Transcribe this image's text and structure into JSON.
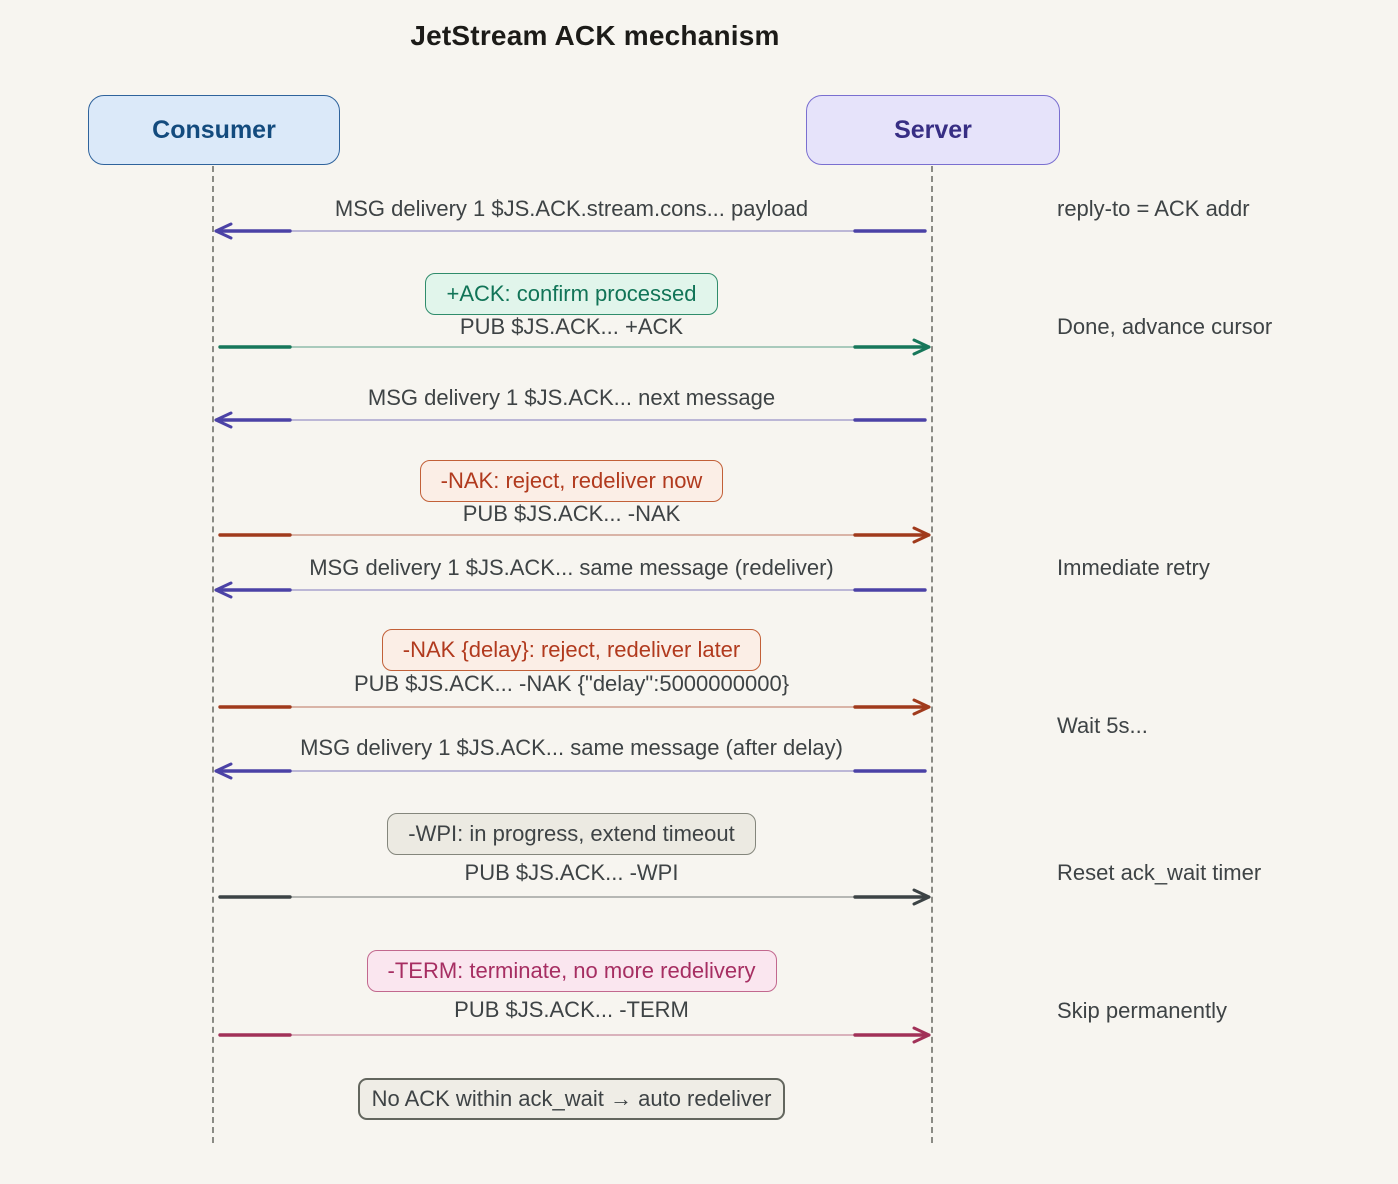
{
  "title": "JetStream ACK mechanism",
  "actors": {
    "consumer": "Consumer",
    "server": "Server"
  },
  "colors": {
    "background": "#F7F5F0",
    "msg_arrow": "#4B42A6",
    "ack_arrow": "#17775A",
    "nak_arrow": "#A03A1C",
    "wpi_arrow": "#3C4345",
    "term_arrow": "#A13158",
    "consumer_fill": "#DBE9F9",
    "server_fill": "#E6E3FA"
  },
  "rows": [
    {
      "kind": "message",
      "dir": "left",
      "color": "#4B42A6",
      "label": "MSG delivery 1 $JS.ACK.stream.cons... payload",
      "note": "reply-to = ACK addr"
    },
    {
      "kind": "signal",
      "dir": "right",
      "color": "#17775A",
      "badge": "+ACK: confirm processed",
      "badge_theme": "green",
      "label": "PUB $JS.ACK... +ACK",
      "note": "Done, advance cursor"
    },
    {
      "kind": "message",
      "dir": "left",
      "color": "#4B42A6",
      "label": "MSG delivery 1 $JS.ACK... next message",
      "note": ""
    },
    {
      "kind": "signal",
      "dir": "right",
      "color": "#A03A1C",
      "badge": "-NAK: reject, redeliver now",
      "badge_theme": "rust",
      "label": "PUB $JS.ACK... -NAK",
      "note": ""
    },
    {
      "kind": "message",
      "dir": "left",
      "color": "#4B42A6",
      "label": "MSG delivery 1 $JS.ACK... same message (redeliver)",
      "note": "Immediate retry"
    },
    {
      "kind": "signal",
      "dir": "right",
      "color": "#A03A1C",
      "badge": "-NAK {delay}: reject, redeliver later",
      "badge_theme": "rust",
      "label": "PUB $JS.ACK... -NAK {\"delay\":5000000000}",
      "note": "Wait 5s..."
    },
    {
      "kind": "message",
      "dir": "left",
      "color": "#4B42A6",
      "label": "MSG delivery 1 $JS.ACK... same message (after delay)",
      "note": ""
    },
    {
      "kind": "signal",
      "dir": "right",
      "color": "#3C4345",
      "badge": "-WPI: in progress, extend timeout",
      "badge_theme": "gray",
      "label": "PUB $JS.ACK... -WPI",
      "note": "Reset ack_wait timer"
    },
    {
      "kind": "signal",
      "dir": "right",
      "color": "#A13158",
      "badge": "-TERM: terminate, no more redelivery",
      "badge_theme": "rose",
      "label": "PUB $JS.ACK... -TERM",
      "note": "Skip permanently"
    }
  ],
  "footnote": "No ACK within ack_wait → auto redeliver"
}
